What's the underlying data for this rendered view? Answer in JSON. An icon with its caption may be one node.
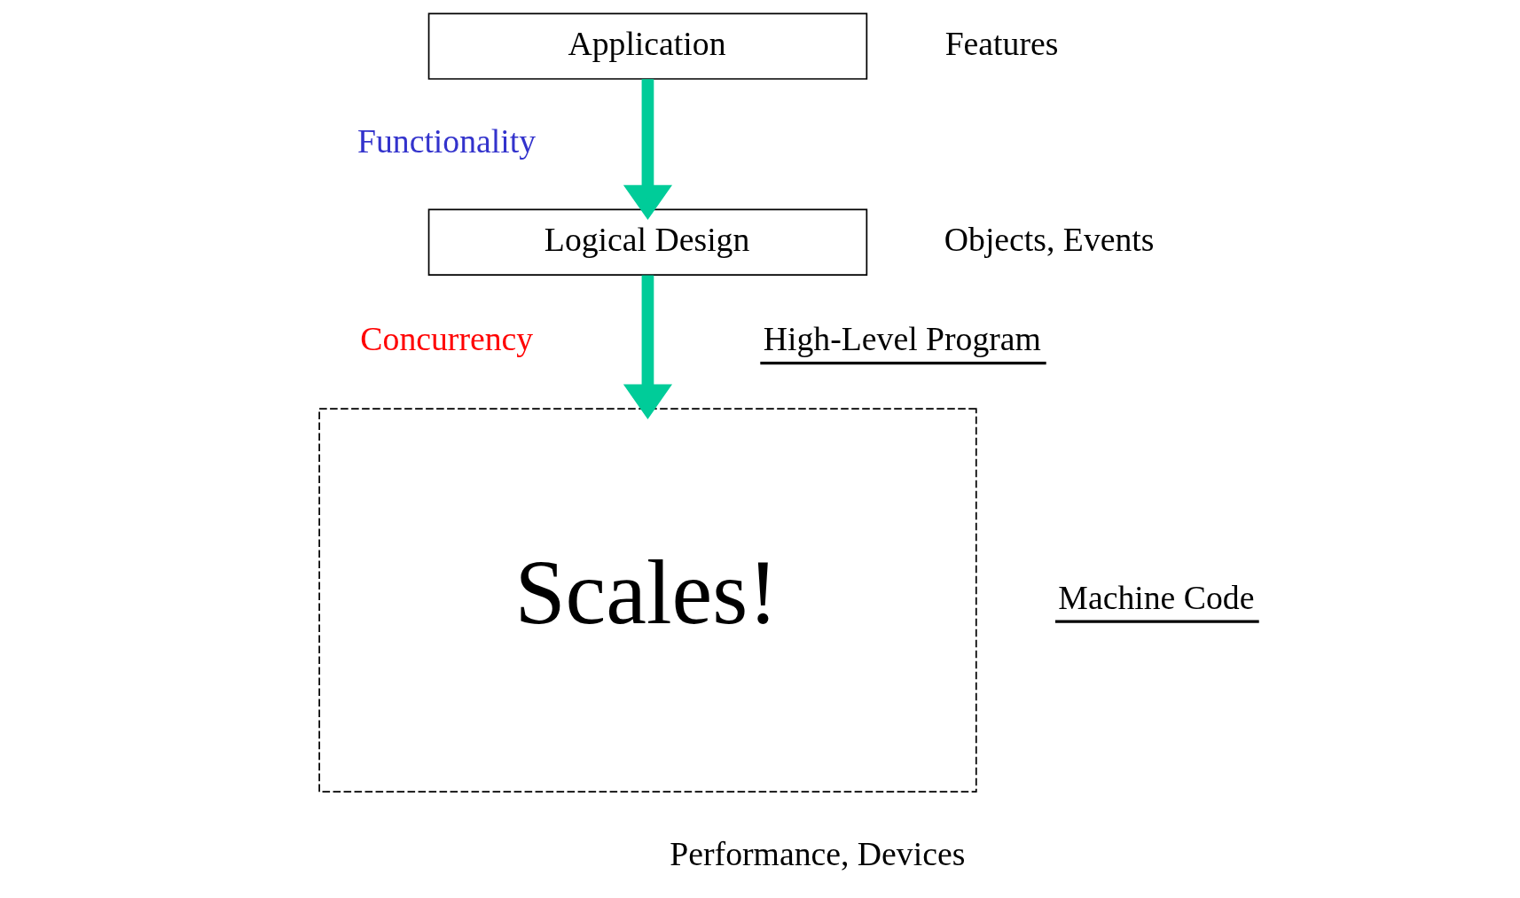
{
  "diagram": {
    "nodes": [
      {
        "text": [
          "Application"
        ]
      },
      {
        "text": [
          "Logical Design"
        ]
      },
      {
        "text": [
          "Scales!"
        ]
      }
    ],
    "edges": [
      {
        "from": 0,
        "to": 1,
        "arrow": "to"
      },
      {
        "from": 1,
        "to": 2,
        "arrow": "to"
      }
    ],
    "labels": [
      "Features",
      "Functionality",
      "Objects, Events",
      "Concurrency",
      "High-Level Program",
      "Machine Code",
      "Performance, Devices"
    ]
  }
}
